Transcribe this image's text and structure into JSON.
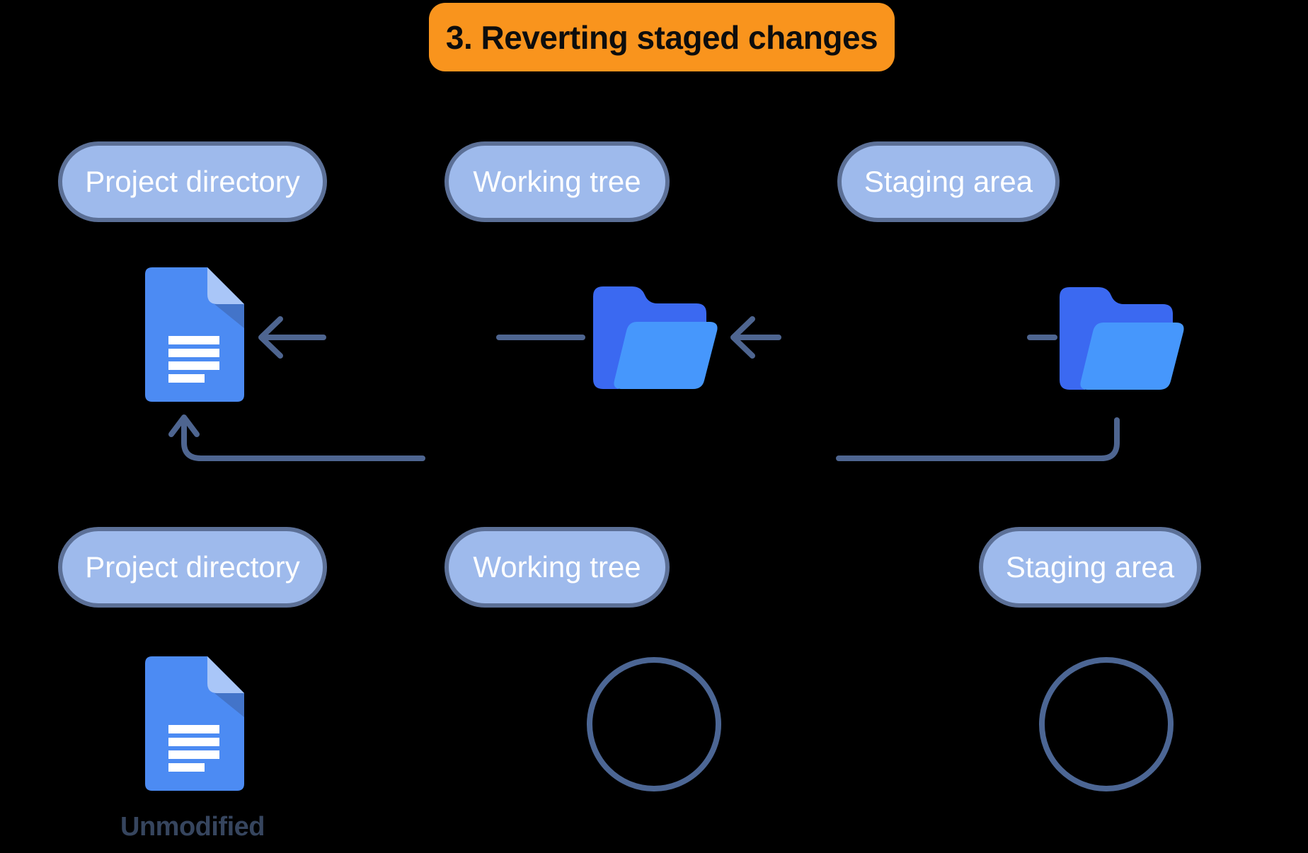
{
  "title": {
    "text": "3. Reverting staged changes"
  },
  "top_row": {
    "pills": [
      {
        "label": "Project directory"
      },
      {
        "label": "Working tree"
      },
      {
        "label": "Staging area"
      }
    ]
  },
  "bottom_row": {
    "pills": [
      {
        "label": "Project directory"
      },
      {
        "label": "Working tree"
      },
      {
        "label": "Staging area"
      }
    ],
    "file_status_label": "Unmodified"
  },
  "icons": {
    "project_directory": "document-file-icon",
    "working_tree": "open-folder-icon",
    "staging_area": "open-folder-icon",
    "emptied_state": "empty-circle",
    "flow": [
      "left-arrow-icon",
      "up-arrow-icon"
    ]
  },
  "colors": {
    "background": "#000000",
    "title_bg": "#F9941D",
    "title_text": "#0D0D0D",
    "pill_fill": "#9EBAEC",
    "pill_border": "#5C7097",
    "pill_text": "#FFFFFF",
    "arrow": "#4E6590",
    "doc_body": "#4C8BF3",
    "doc_fold": "#A9C6F8",
    "doc_fold_shadow": "#4374C9",
    "folder_back": "#3B69F1",
    "folder_front": "#4697FC",
    "circle_stroke": "#4C6694",
    "unmodified_text": "#36455E"
  }
}
